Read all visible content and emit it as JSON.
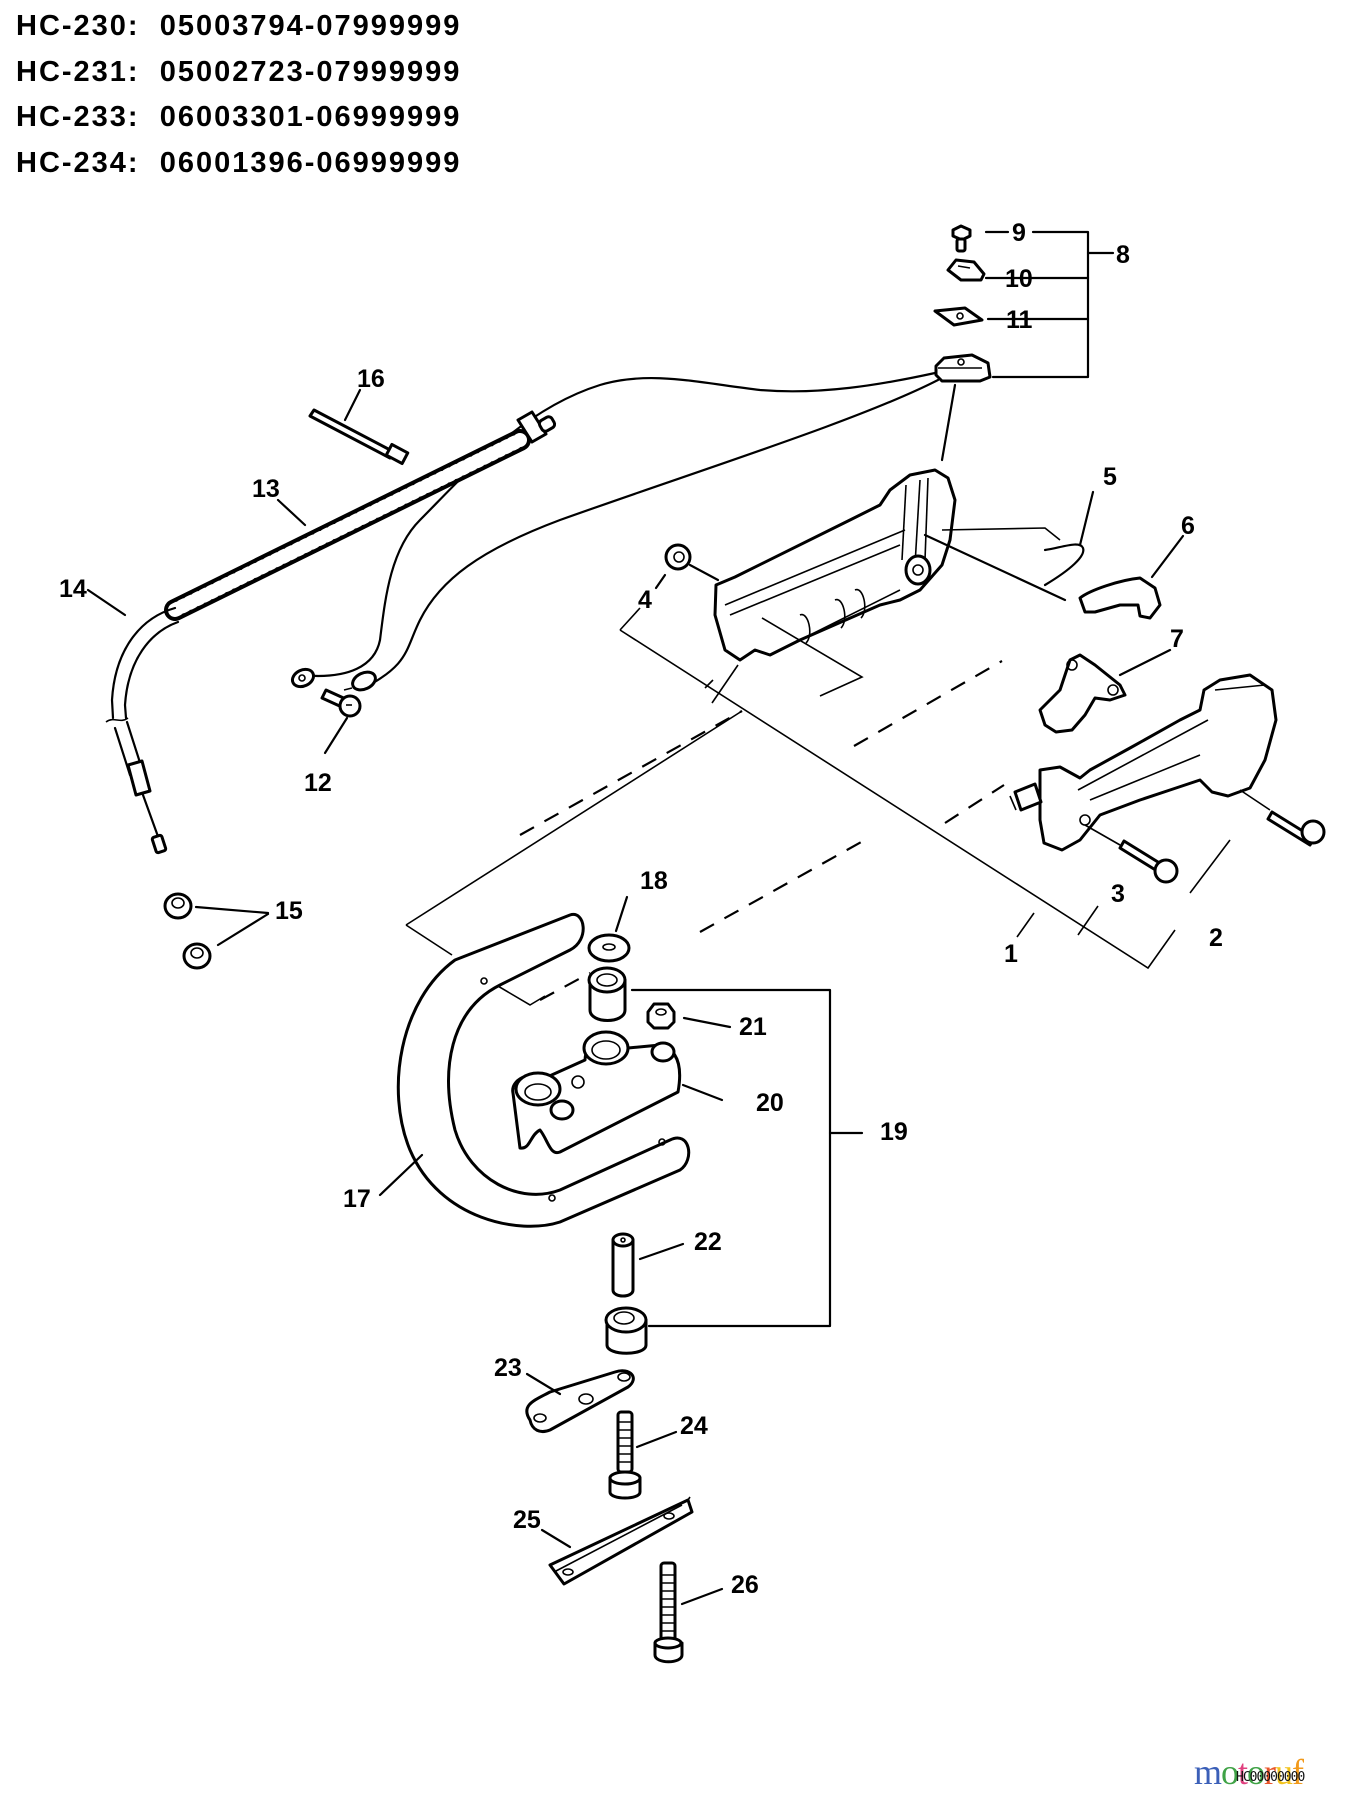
{
  "serial_ranges": [
    {
      "model": "HC-230:",
      "range": "05003794-07999999"
    },
    {
      "model": "HC-231:",
      "range": "05002723-07999999"
    },
    {
      "model": "HC-233:",
      "range": "06003301-06999999"
    },
    {
      "model": "HC-234:",
      "range": "06001396-06999999"
    }
  ],
  "callouts": {
    "p1": "1",
    "p2": "2",
    "p3": "3",
    "p4": "4",
    "p5": "5",
    "p6": "6",
    "p7": "7",
    "p8": "8",
    "p9": "9",
    "p10": "10",
    "p11": "11",
    "p12": "12",
    "p13": "13",
    "p14": "14",
    "p15": "15",
    "p16": "16",
    "p17": "17",
    "p18": "18",
    "p19": "19",
    "p20": "20",
    "p21": "21",
    "p22": "22",
    "p23": "23",
    "p24": "24",
    "p25": "25",
    "p26": "26"
  },
  "watermark": {
    "letters": [
      "m",
      "o",
      "t",
      "o",
      "r",
      "u",
      "f"
    ],
    "colors": [
      "#3b5fb8",
      "#3fa246",
      "#e0407f",
      "#3fa246",
      "#e8542a",
      "#f2c21b",
      "#f29a1b"
    ],
    "code": "HC00000000"
  }
}
